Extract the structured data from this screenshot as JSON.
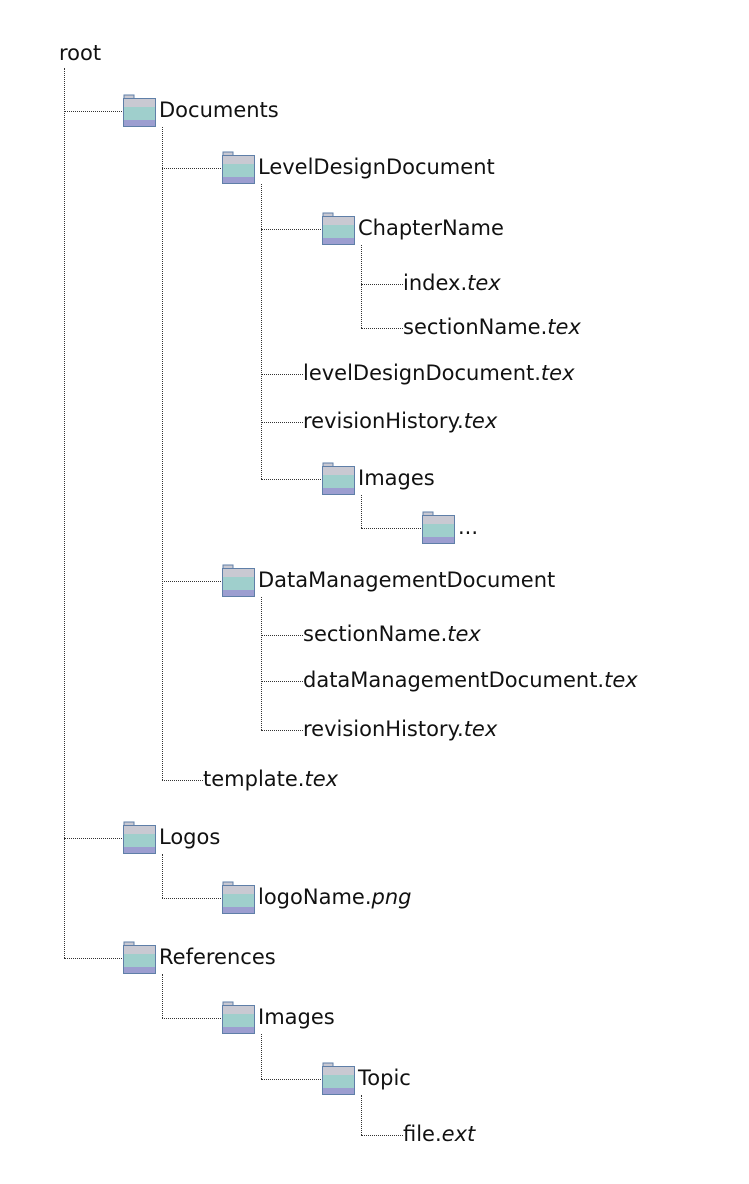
{
  "tree": {
    "name": "root",
    "children": [
      {
        "name": "Documents",
        "type": "folder",
        "children": [
          {
            "name": "LevelDesignDocument",
            "type": "folder",
            "children": [
              {
                "name": "ChapterName",
                "type": "folder",
                "children": [
                  {
                    "name": "index.",
                    "ext": "tex",
                    "type": "file"
                  },
                  {
                    "name": "sectionName.",
                    "ext": "tex",
                    "type": "file"
                  }
                ]
              },
              {
                "name": "levelDesignDocument.",
                "ext": "tex",
                "type": "file"
              },
              {
                "name": "revisionHistory.",
                "ext": "tex",
                "type": "file"
              },
              {
                "name": "Images",
                "type": "folder",
                "children": [
                  {
                    "name": "...",
                    "type": "folder"
                  }
                ]
              }
            ]
          },
          {
            "name": "DataManagementDocument",
            "type": "folder",
            "children": [
              {
                "name": "sectionName.",
                "ext": "tex",
                "type": "file"
              },
              {
                "name": "dataManagementDocument.",
                "ext": "tex",
                "type": "file"
              },
              {
                "name": "revisionHistory.",
                "ext": "tex",
                "type": "file"
              }
            ]
          },
          {
            "name": "template.",
            "ext": "tex",
            "type": "file"
          }
        ]
      },
      {
        "name": "Logos",
        "type": "folder",
        "children": [
          {
            "name": "logoName.",
            "ext": "png",
            "type": "folder"
          }
        ]
      },
      {
        "name": "References",
        "type": "folder",
        "children": [
          {
            "name": "Images",
            "type": "folder",
            "children": [
              {
                "name": "Topic",
                "type": "folder",
                "children": [
                  {
                    "name": "file.",
                    "ext": "ext",
                    "type": "file"
                  }
                ]
              }
            ]
          }
        ]
      }
    ]
  },
  "colors": {
    "folder_top": "#c9c9d2",
    "folder_body": "#9fcfcc",
    "folder_bottom": "#9c9ed0",
    "folder_border": "#5f7fa8",
    "line": "#333333"
  }
}
